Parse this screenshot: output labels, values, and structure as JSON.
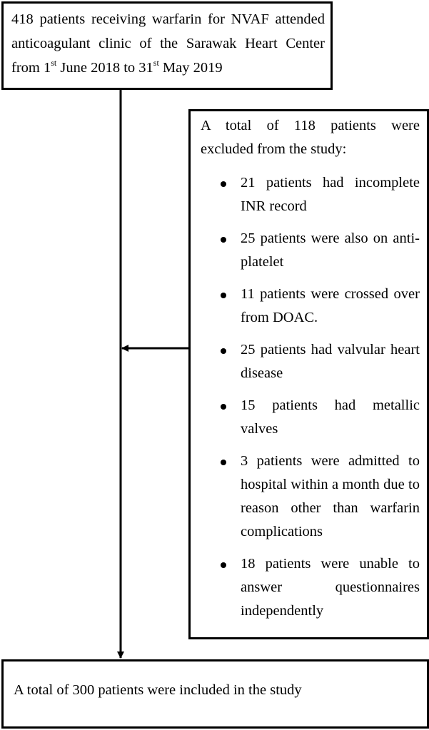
{
  "top_box": {
    "line1": "418 patients receiving warfarin for NVAF attended",
    "line2": "anticoagulant clinic of the Sarawak Heart Center",
    "line3_pre": "from 1",
    "line3_sup1": "st",
    "line3_mid": " June 2018 to 31",
    "line3_sup2": "st",
    "line3_post": " May 2019"
  },
  "exclusion_box": {
    "intro_line1": "A total of 118 patients were",
    "intro_line2": "excluded from the study:",
    "items": [
      "21 patients had incomplete INR record",
      "25 patients were also on anti-platelet",
      "11 patients were crossed over from DOAC.",
      "25 patients had valvular heart disease",
      "15 patients had metallic valves",
      "3 patients were admitted to hospital within a month due to reason other than warfarin complications",
      "18 patients were unable to answer questionnaires independently"
    ]
  },
  "bottom_box": {
    "text": "A total of 300 patients were included in the study"
  }
}
